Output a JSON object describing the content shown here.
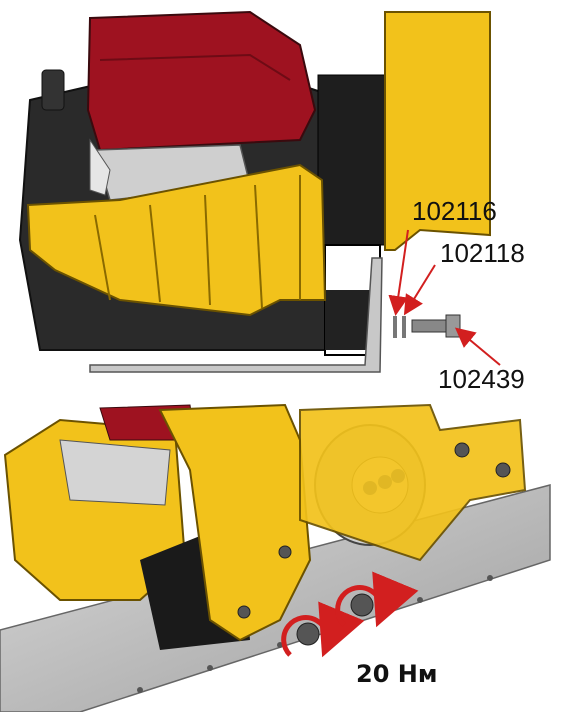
{
  "figure": {
    "top_panel": {
      "part_labels": [
        {
          "id": "p1",
          "text": "102116"
        },
        {
          "id": "p2",
          "text": "102118"
        },
        {
          "id": "p3",
          "text": "102439"
        }
      ]
    },
    "bottom_panel": {
      "torque_label": "20 Нм"
    }
  },
  "colors": {
    "housing_yellow": "#f2c21b",
    "engine_red": "#9e1220",
    "arrow_red": "#d21f1f",
    "metal_grey": "#b8b8b8"
  },
  "icons": [
    "rotation-arrow-icon",
    "leader-arrow-icon"
  ]
}
